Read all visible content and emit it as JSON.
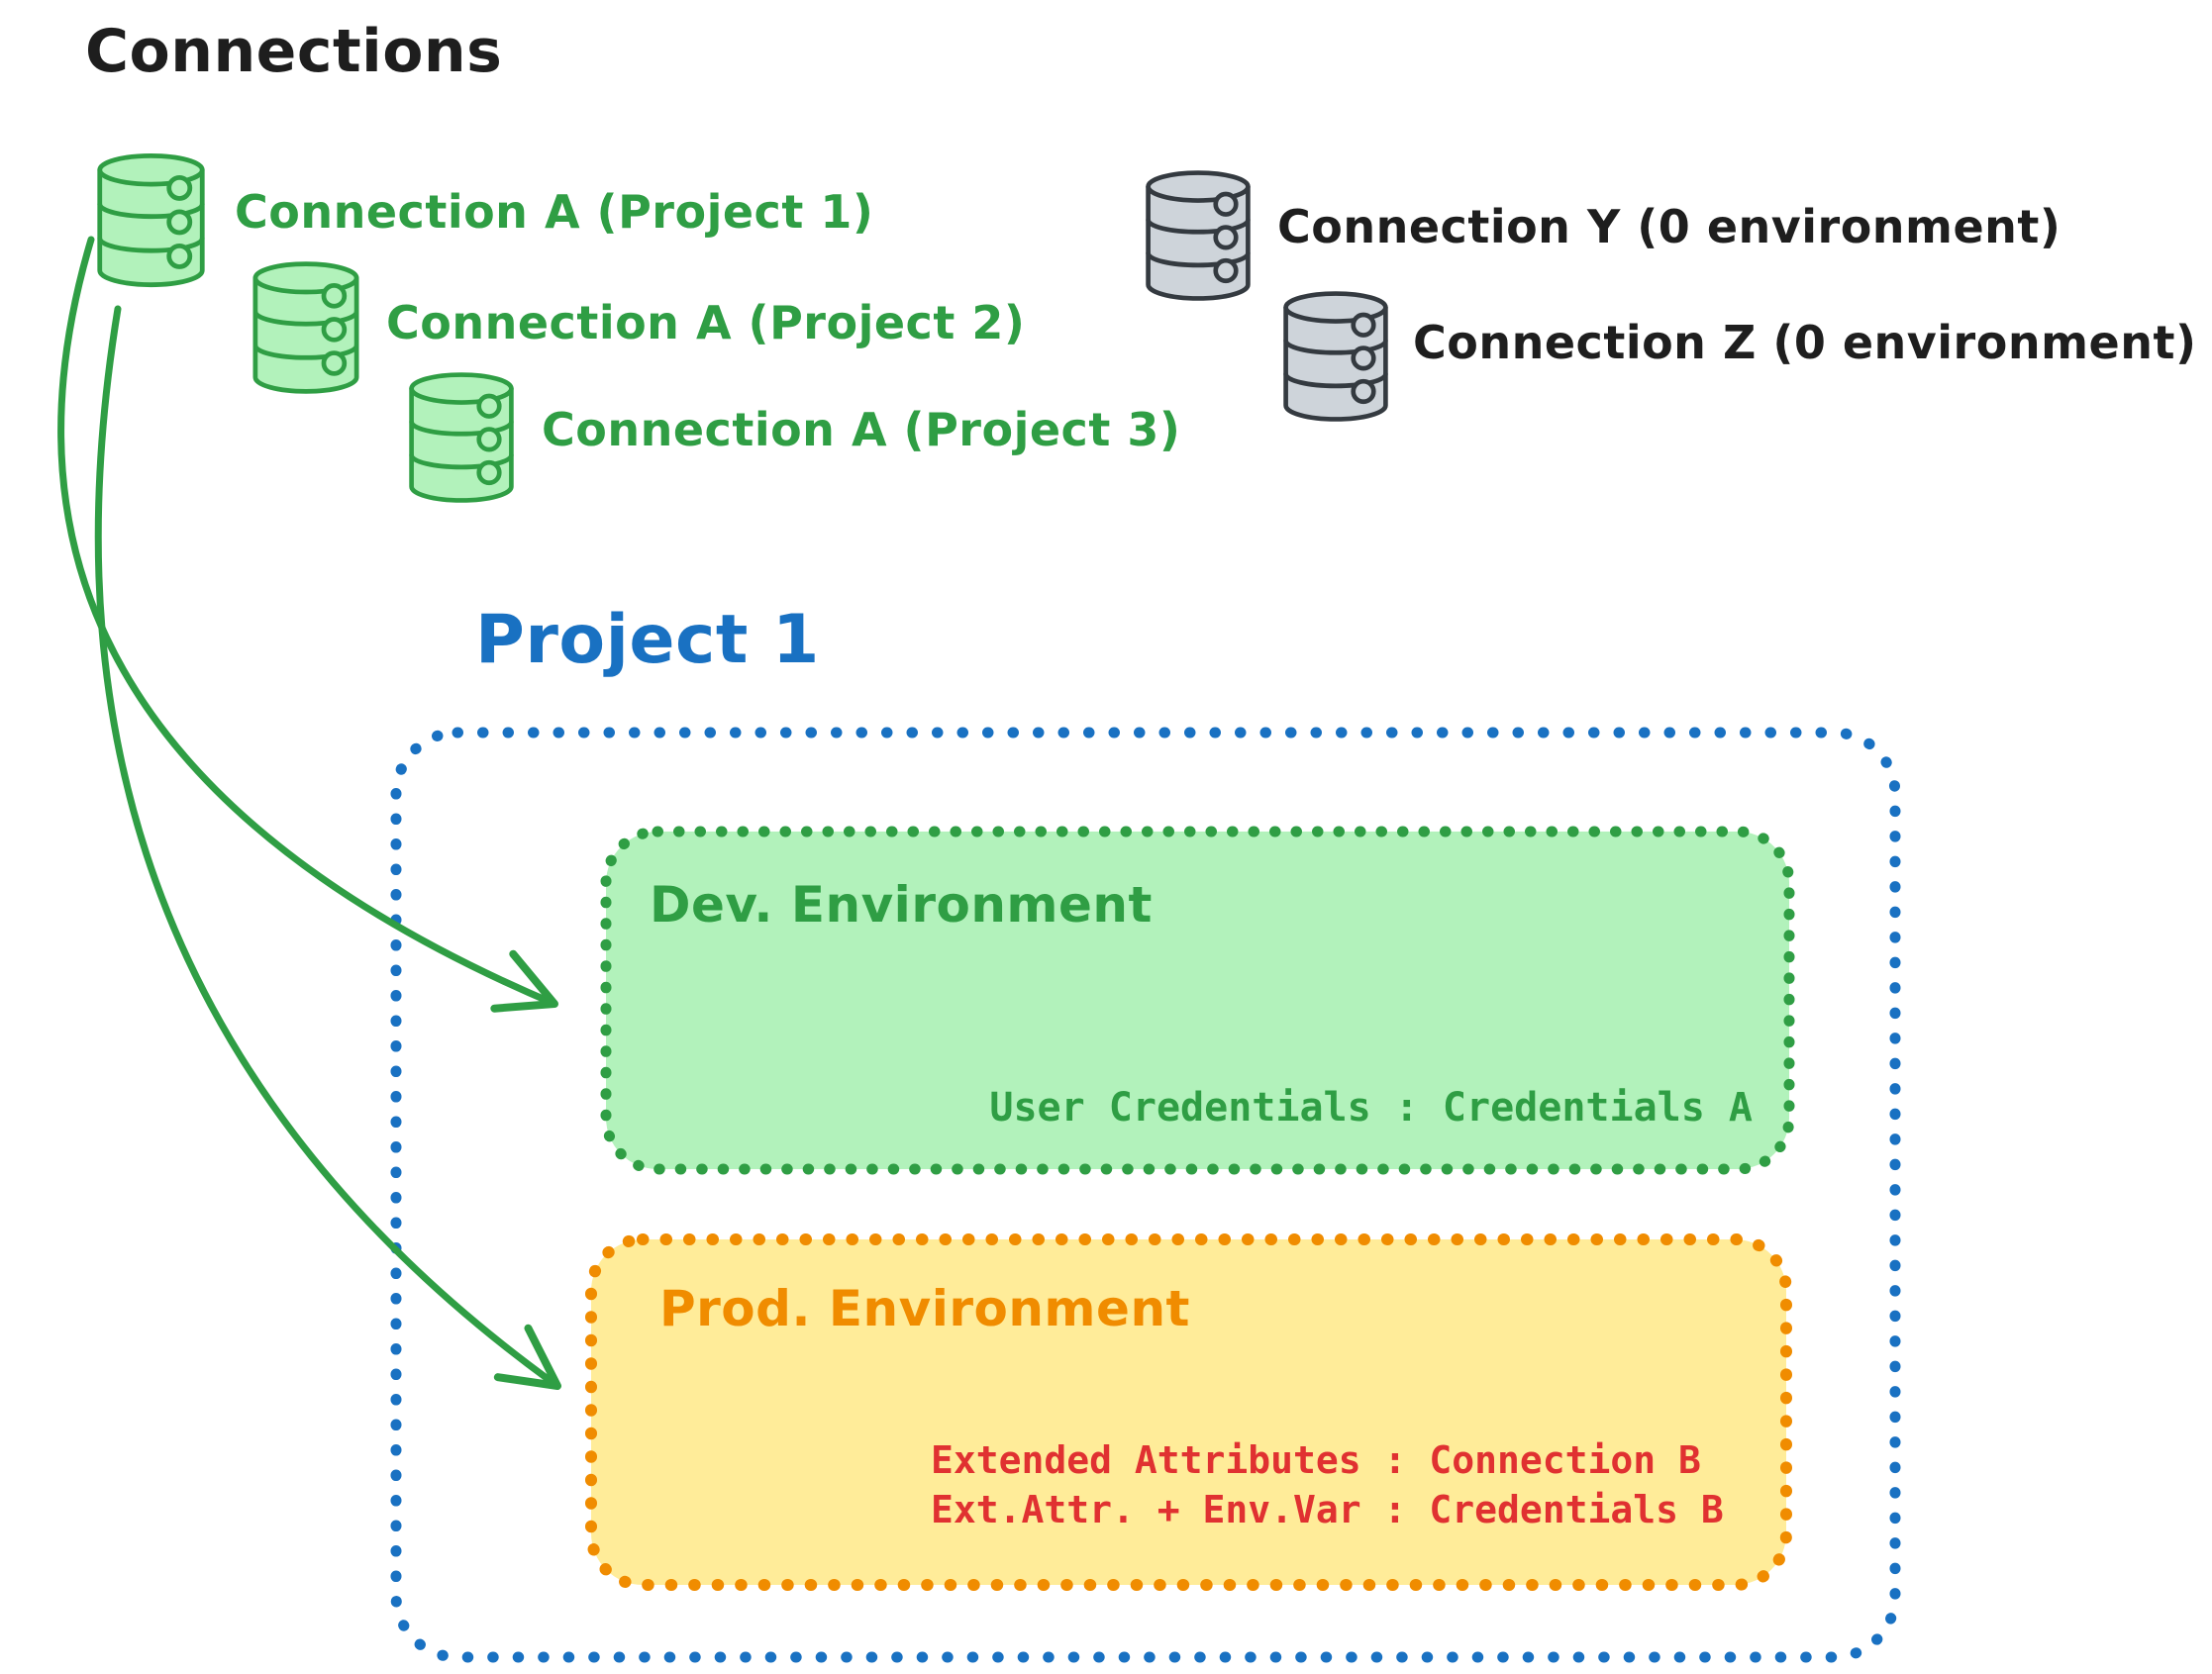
{
  "title": "Connections",
  "green_connections": [
    {
      "label": "Connection A (Project 1)"
    },
    {
      "label": "Connection A (Project 2)"
    },
    {
      "label": "Connection A (Project 3)"
    }
  ],
  "gray_connections": [
    {
      "label": "Connection Y (0 environment)"
    },
    {
      "label": "Connection Z (0 environment)"
    }
  ],
  "project": {
    "title": "Project 1",
    "dev_environment": {
      "title": "Dev. Environment",
      "mapping": "User Credentials : Credentials A"
    },
    "prod_environment": {
      "title": "Prod. Environment",
      "mappings": [
        "Extended Attributes : Connection B",
        "Ext.Attr. + Env.Var : Credentials B"
      ]
    }
  },
  "icons": {
    "green_database": "database-icon",
    "gray_database": "database-icon",
    "arrow": "curved-arrow"
  },
  "colors": {
    "text_black": "#1e1e1e",
    "green_stroke": "#2f9e44",
    "green_fill": "#b2f2bb",
    "gray_stroke": "#343a40",
    "gray_fill": "#ced4da",
    "blue": "#1971c2",
    "orange": "#f08c00",
    "yellow_fill": "#ffec99",
    "red": "#e03131",
    "background": "#ffffff"
  }
}
